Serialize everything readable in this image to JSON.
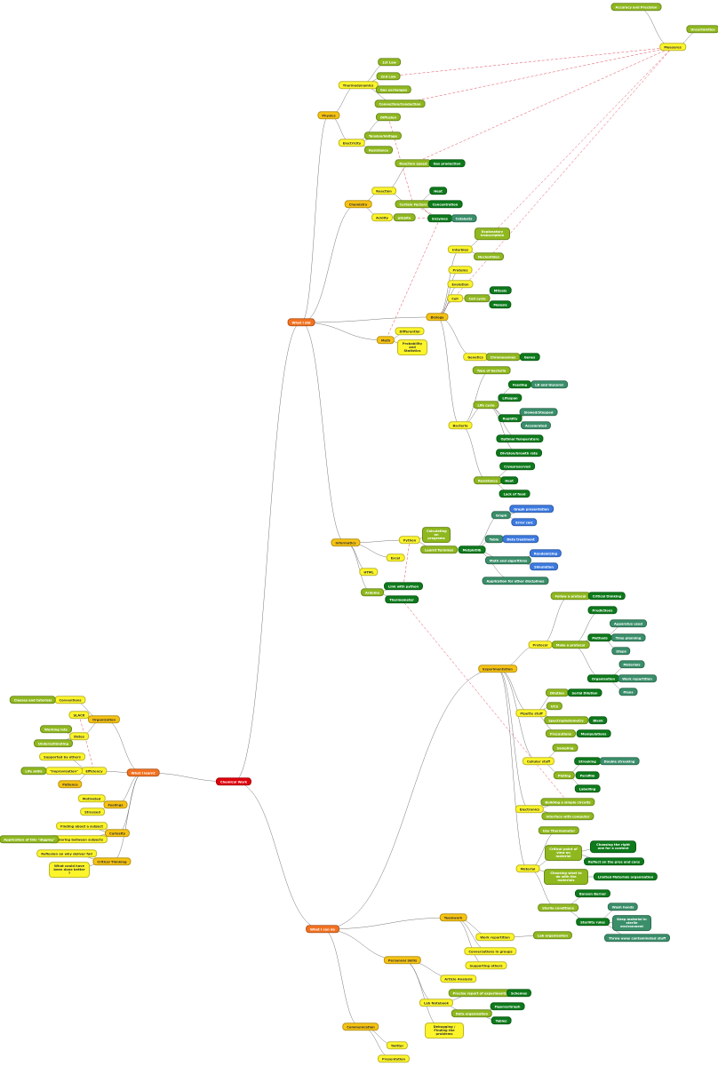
{
  "colors": {
    "red": "#e0000b",
    "orange": "#f37221",
    "gold": "#f6c312",
    "yellow": "#fdf52b",
    "lime": "#8fb81f",
    "green": "#0d7a1b",
    "teal": "#3a8f6a",
    "blue": "#3c7ae0",
    "edge": "#555555",
    "cross_link": "#e04a5a"
  },
  "nodes": {
    "root": "Chemical Work",
    "what_i_did": "What I did",
    "what_i_learnt": "What I learnt",
    "what_i_can_do": "What I can do",
    "physics": "Physics",
    "thermodynamics": "Thermodynamics",
    "first_law": "1st Law",
    "second_law": "2nd Law",
    "gas_exchanges": "Gas exchanges",
    "convection_conduction": "Convection/Conduction",
    "electricity": "Electricity",
    "diffusion": "Diffusion",
    "tension_voltage": "Tension/Voltage",
    "resistance": "Resistance",
    "measures": "Measures",
    "accuracy_precision": "Accuracy and Precision",
    "uncertainties": "Uncertainties",
    "chemistry": "Chemistry",
    "reaction": "Reaction",
    "reaction_speed": "Reaction speed",
    "gas_production": "Gas production",
    "certain_factors": "Certain Factors",
    "heat_chem": "Heat",
    "concentration": "Concentration",
    "enzymes": "Enzymes",
    "catalysts": "Catalysts",
    "acidity": "Acidity",
    "ph": "pH/pKa",
    "biology": "Biology",
    "interbios": "Interbios",
    "explanatory_transcription": "Explanatory transcription",
    "nucleotides": "Nucleotides",
    "proteins": "Proteins",
    "evolution": "Evolution",
    "cell": "Cell",
    "cell_cycle": "Cell cycle",
    "mitosis": "Mitosis",
    "meiosis": "Meiosis",
    "genetics": "Genetics",
    "chromosomes": "Chromosomes",
    "genes": "Genes",
    "bacteria": "Bacteria",
    "type_of_bacteria": "Type of bacteria",
    "life_cycle": "Life cycle",
    "feeding": "Feeding",
    "lb_glycerol": "LB and Glycerol",
    "lifespan": "Lifespan",
    "rapidity": "Rapidity",
    "slowed_stopped": "Slowed/Stopped",
    "accelerated": "Accelerated",
    "optimal_temperature": "Optimal Temperature",
    "division_growth_rate": "Division/Growth rate",
    "resistance_bact": "Resistance",
    "cryopreserved": "Cryopreserved",
    "heat_bact": "Heat",
    "lack_of_food": "Lack of food",
    "math": "Math",
    "differential": "Differential",
    "probability_statistics": "Probability and Statistics",
    "informatics": "Informatics",
    "python": "Python",
    "calculating_programs": "Calculating on programs",
    "learnt_terminal": "Learnt Terminal",
    "matplotlib": "Matplotlib",
    "graph": "Graph",
    "graph_presentation": "Graph presentation",
    "error_calc": "Error calc",
    "table": "Table",
    "data_treatment": "Data treatment",
    "math_algorithms": "Math and algorithms",
    "randomizing": "Randomizing",
    "simulation": "Simulation",
    "applications_other": "Application for other disciplines",
    "excel": "Excel",
    "html": "HTML",
    "arduino": "Arduino",
    "link_python": "Link with python",
    "thermometer": "Thermometer",
    "experimentation": "Experimentation",
    "protocol": "Protocol",
    "follow_protocol": "Follow a protocol",
    "critical_thinking_proto": "Critical thinking",
    "make_protocol": "Make a protocol",
    "predictions": "Predictions",
    "methods": "Methods",
    "apparatus_used": "Apparatus used",
    "time_planning": "Time planning",
    "steps": "Steps",
    "organisation_exp": "Organisation",
    "materials_org": "Materials",
    "work_repartition": "Work repartition",
    "plans": "Plans",
    "pipette_stuff": "Pipette stuff",
    "dilution": "Dilution",
    "serial_dilution": "Serial Dilution",
    "ucs": "UCS",
    "spectrophotometry": "Spectrophotometry",
    "blank": "Blank",
    "precautions": "Precautions",
    "manipulations": "Manipulations",
    "cellular_stuff": "Cellular stuff",
    "sampling": "Sampling",
    "plating": "Plating",
    "streaking": "Streaking",
    "double_streaking": "Double streaking",
    "parafilm": "Parafilm",
    "labelling": "Labelling",
    "electronics": "Electronics",
    "building_circuits": "Building a simple circuits",
    "interface_computer": "Interface with computer",
    "material": "Material",
    "use_thermometer": "Use Thermometer",
    "critical_point_view": "Critical point of view on material",
    "choosing_right_one": "Choosing the right one for a context",
    "reflect_pros_cons": "Reflect on the pros and cons",
    "choosing_with_materials": "Choosing what to do with the materials",
    "limited_materials": "Limited Materials organisation",
    "sterile_conditions": "Sterile conditions",
    "bunsen_burner": "Bunsen Burner",
    "sterility_rules": "Sterility rules",
    "wash_hands": "Wash hands",
    "keep_material_sterile": "Keep material in sterile environment",
    "throw_contaminated": "Throw away contaminated stuff",
    "teamwork": "Teamwork",
    "work_repartition_team": "Work repartition",
    "lab_organisation": "Lab organisation",
    "conversations_groups": "Conversations in groups",
    "supporting_others": "Supporting others",
    "personal_skills": "Personnal Skills",
    "article_analysis": "Article Analysis",
    "lab_notebook": "Lab Notebook",
    "precise_report": "Precise report of experiments",
    "schemas": "Schemas",
    "data_organisation": "Data organisation",
    "figures_graph": "Figures/Graph",
    "tables": "Tables",
    "debugging": "Debugging / Finding the problems",
    "communication": "Communication",
    "twitter": "Twitter",
    "presentation": "Presentation",
    "organization": "Organization",
    "conventions": "Conventions",
    "classes_tutorials": "Classes and tutorials",
    "slack": "SLACK",
    "dates": "Dates",
    "working_late": "Working late",
    "underestimating": "Underestimating",
    "efficiency": "Efficiency",
    "supported_by_others": "Supported by others",
    "improvisation": "\"Improvisation\"",
    "life_skills": "Life skills",
    "patience": "Patience",
    "feelings": "Feelings",
    "motivated": "Motivated",
    "stressed": "Stressed",
    "curiosity": "Curiosity",
    "finding_about_subject": "Finding about a subject",
    "exploring_between_subjects": "Exploring between subjects",
    "application_digging": "Application of this \"digging\"",
    "critical_thinking": "Critical Thinking",
    "reflexion_why": "Reflexion on why deliver fail",
    "what_could_have_done": "What could have been done better ?"
  }
}
